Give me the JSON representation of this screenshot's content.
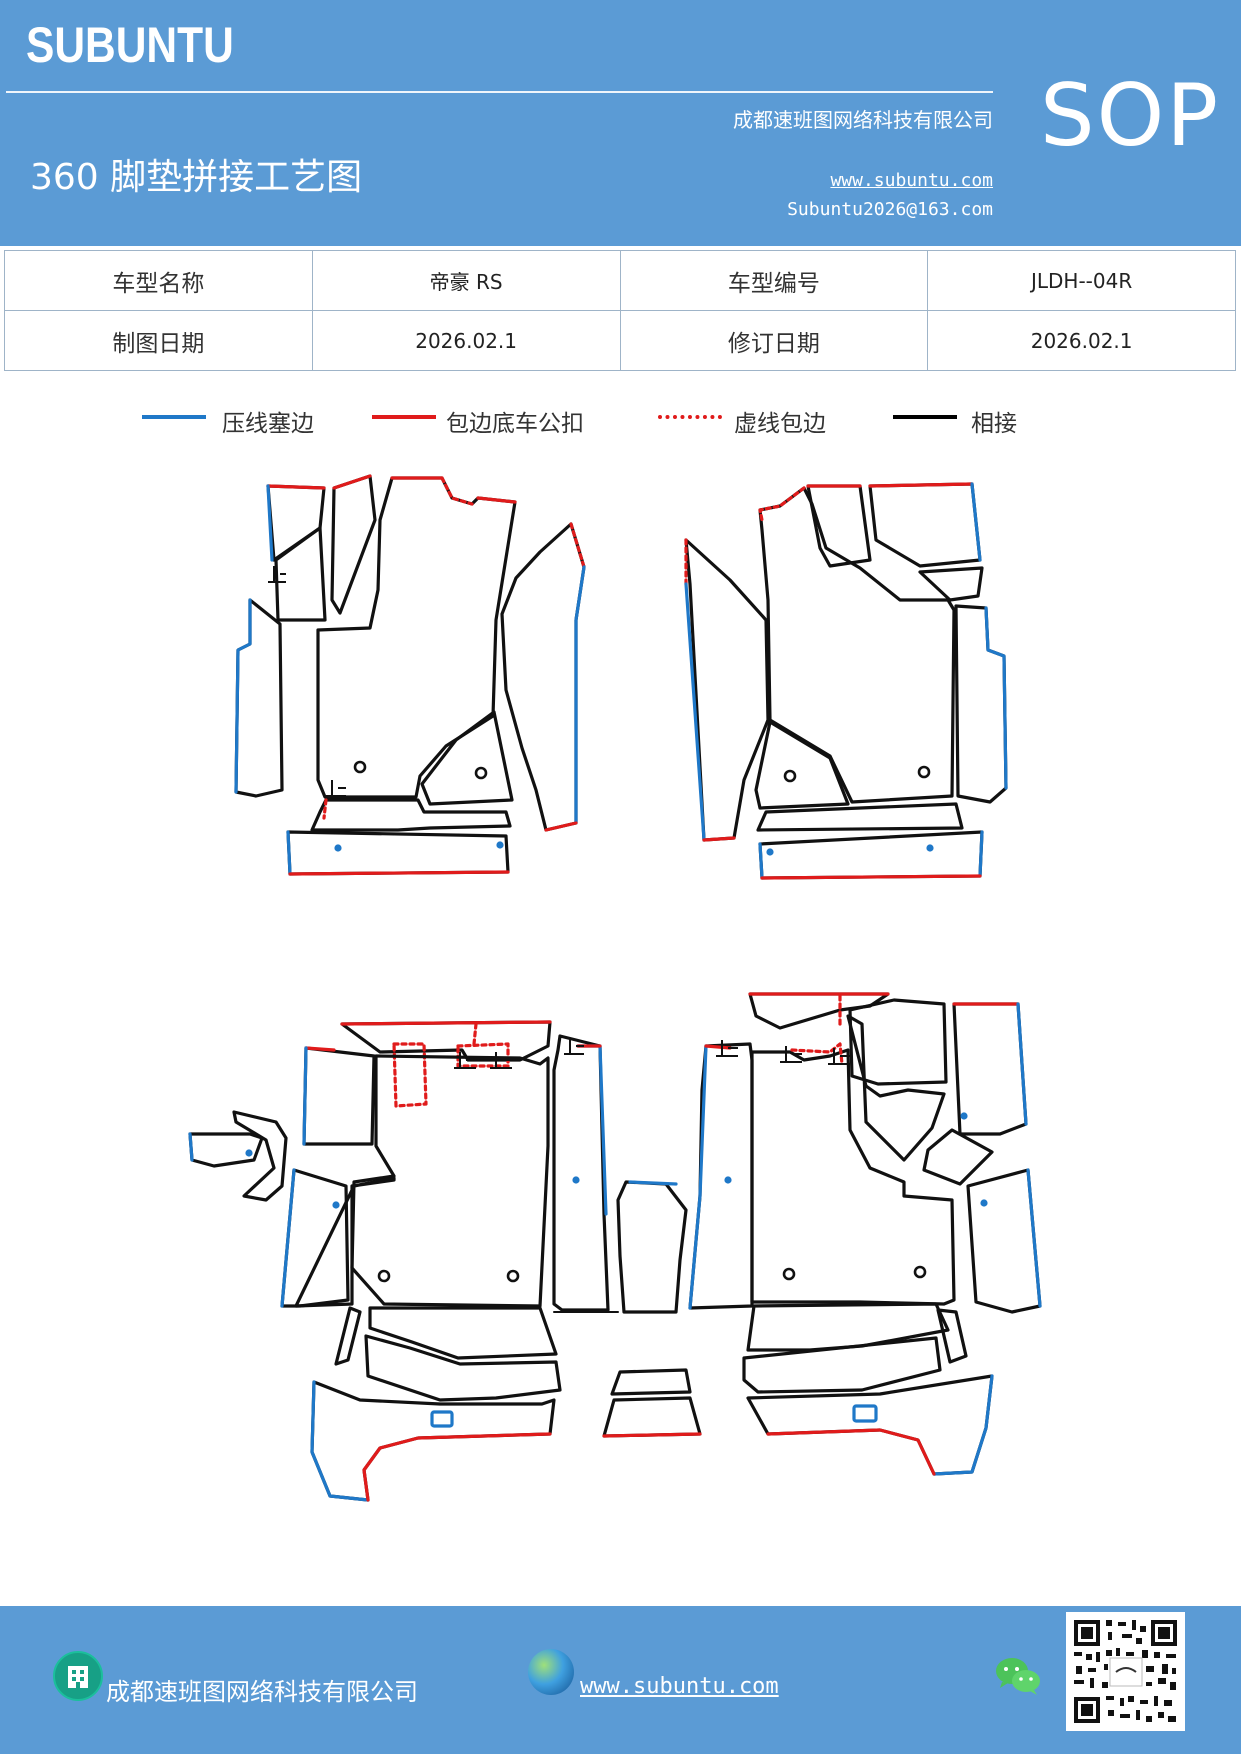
{
  "header": {
    "brand": "SUBUNTU",
    "sop": "SOP",
    "company": "成都速班图网络科技有限公司",
    "title": "360 脚垫拼接工艺图",
    "website": "www.subuntu.com",
    "email": "Subuntu2026@163.com",
    "bg_color": "#5b9bd5"
  },
  "info": {
    "model_name_label": "车型名称",
    "model_name": "帝豪 RS",
    "model_code_label": "车型编号",
    "model_code": "JLDH--04R",
    "draw_date_label": "制图日期",
    "draw_date": "2026.02.1",
    "revise_date_label": "修订日期",
    "revise_date": "2026.02.1"
  },
  "legend": [
    {
      "label": "压线塞边",
      "color": "#1f78c8",
      "style": "solid"
    },
    {
      "label": "包边底车公扣",
      "color": "#e01b1b",
      "style": "solid"
    },
    {
      "label": "虚线包边",
      "color": "#e01b1b",
      "style": "dotted"
    },
    {
      "label": "相接",
      "color": "#000000",
      "style": "solid"
    }
  ],
  "diagram": {
    "colors": {
      "blue": "#1f78c8",
      "red": "#e01b1b",
      "black": "#111111"
    },
    "icons": [
      "stop-mark-icon",
      "hole-icon",
      "snap-dot-icon"
    ]
  },
  "footer": {
    "company": "成都速班图网络科技有限公司",
    "website": "www.subuntu.com",
    "icons": [
      "building-icon",
      "globe-icon",
      "wechat-icon",
      "qr-code-icon"
    ]
  }
}
